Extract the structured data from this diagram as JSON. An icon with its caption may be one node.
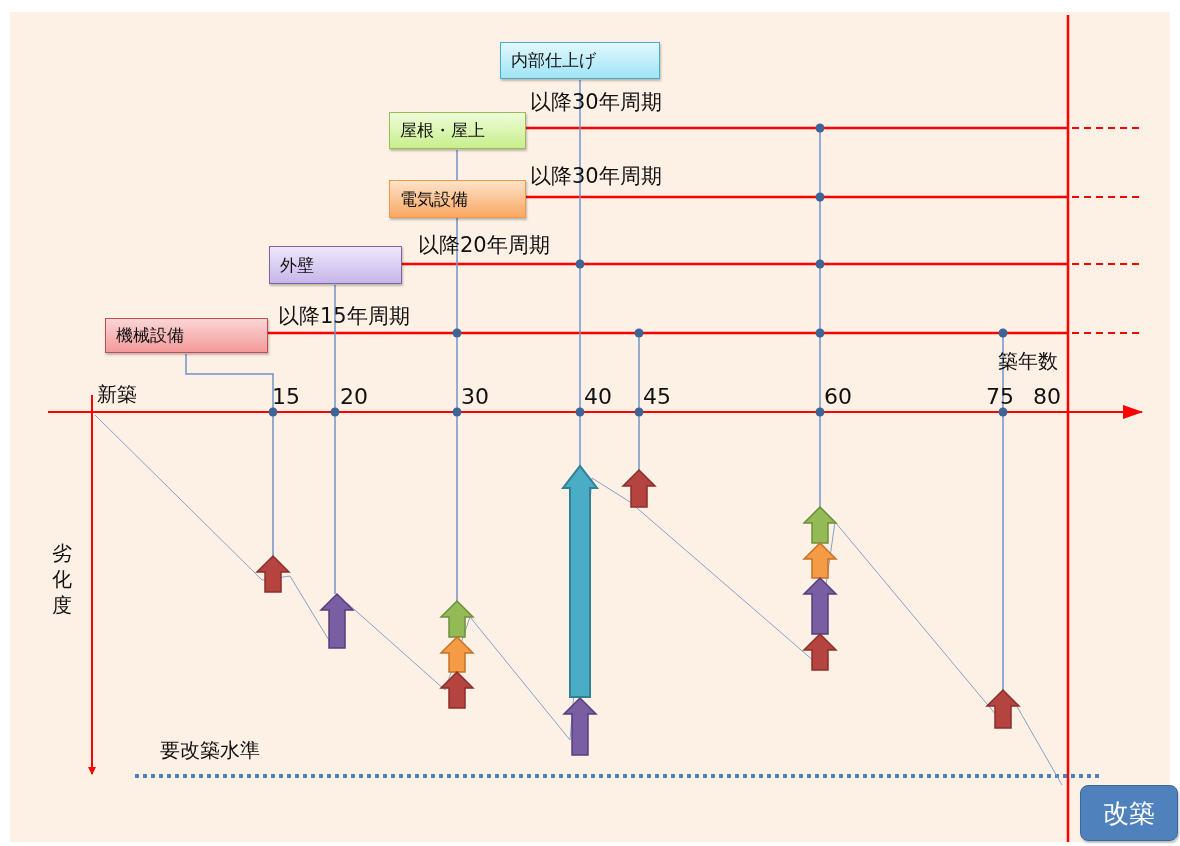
{
  "diagram": {
    "nodes": [
      {
        "text": [
          "機械設備"
        ],
        "beside": [
          "以降15年周期"
        ]
      },
      {
        "text": [
          "外壁"
        ],
        "beside": [
          "以降20年周期"
        ]
      },
      {
        "text": [
          "電気設備"
        ],
        "beside": [
          "以降30年周期"
        ]
      },
      {
        "text": [
          "屋根・屋上"
        ],
        "beside": [
          "以降30年周期"
        ]
      },
      {
        "text": [
          "内部仕上げ"
        ]
      },
      {
        "text": [
          "改築"
        ]
      }
    ],
    "edges": [
      {
        "from": 0,
        "to": null,
        "arrow": "none"
      },
      {
        "from": 1,
        "to": null,
        "arrow": "none"
      },
      {
        "from": 2,
        "to": null,
        "arrow": "none"
      },
      {
        "from": 3,
        "to": null,
        "arrow": "none"
      },
      {
        "from": 0,
        "to": null,
        "arrow": "none",
        "color": "#6f93c9"
      },
      {
        "from": 1,
        "to": null,
        "arrow": "none",
        "color": "#6f93c9"
      },
      {
        "from": 3,
        "to": null,
        "arrow": "none",
        "color": "#6f93c9"
      },
      {
        "from": 4,
        "to": null,
        "arrow": "none",
        "color": "#6f93c9"
      }
    ],
    "labels": [
      "新築",
      "15",
      "20",
      "30",
      "40",
      "45",
      "60",
      "75",
      "80",
      "築年数",
      "劣化度",
      "要改築水準"
    ]
  }
}
